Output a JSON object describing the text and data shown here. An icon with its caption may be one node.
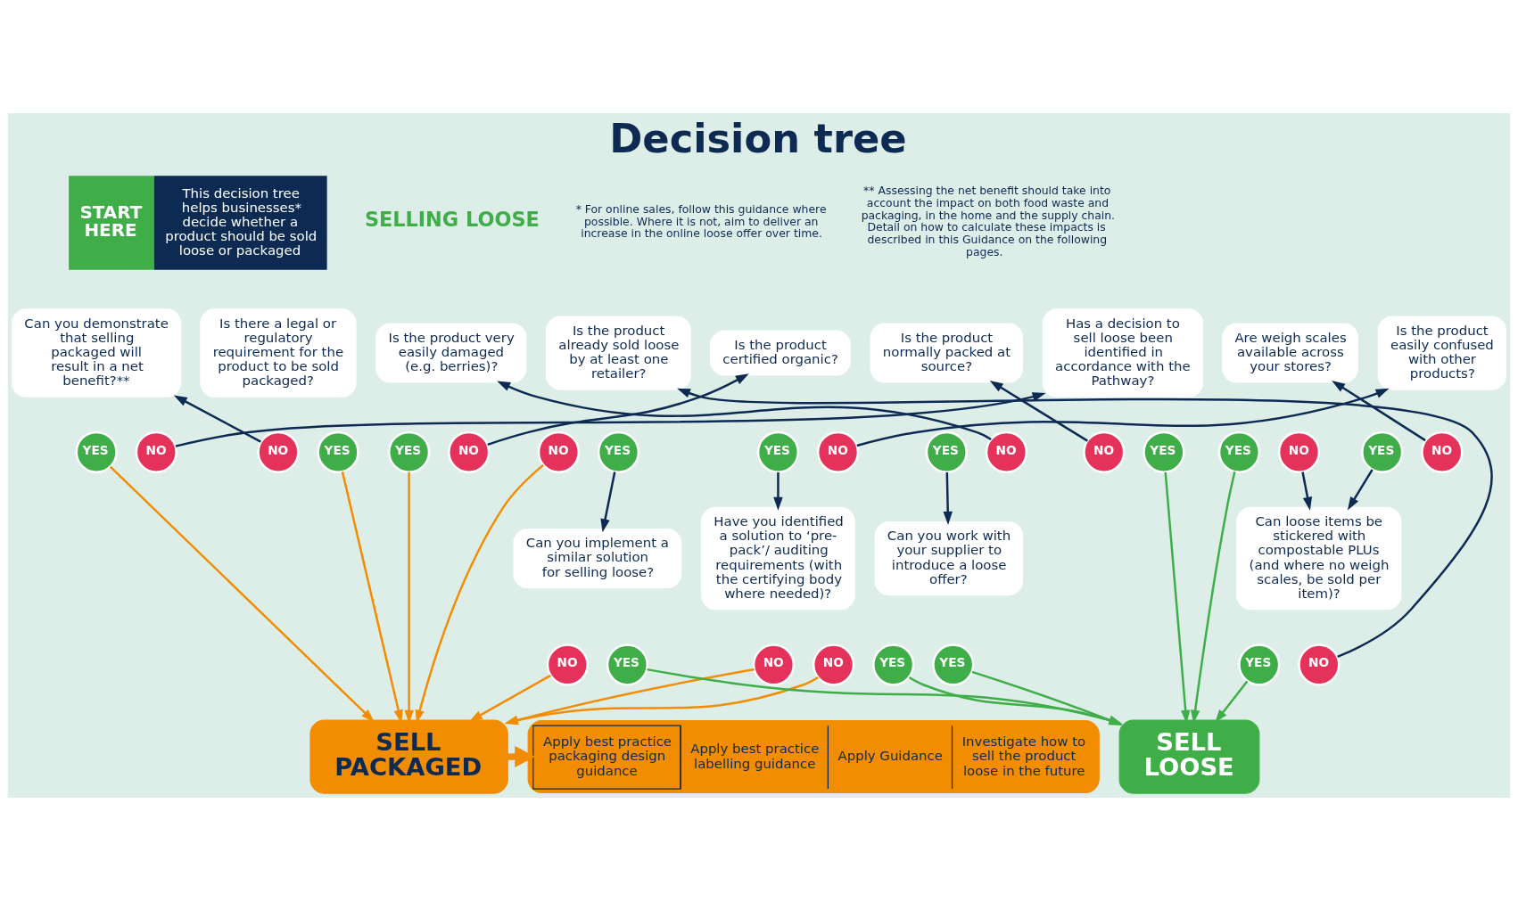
{
  "diagram": {
    "title": "Decision tree",
    "nodes": [
      {
        "text": [
          "START HERE",
          "This decision tree helps businesses* decide whether a product should be sold loose or packaged"
        ]
      },
      {
        "text": [
          "Is there a legal or regulatory requirement for the product to be sold packaged?"
        ]
      },
      {
        "text": [
          "YES"
        ]
      },
      {
        "text": [
          "NO"
        ]
      },
      {
        "text": [
          "Can you demonstrate that selling packaged will result in a net benefit?**"
        ]
      },
      {
        "text": [
          "YES"
        ]
      },
      {
        "text": [
          "NO"
        ]
      },
      {
        "text": [
          "Has a decision to sell loose been identified in accordance with the Pathway?"
        ]
      },
      {
        "text": [
          "YES"
        ]
      },
      {
        "text": [
          "NO"
        ]
      },
      {
        "text": [
          "Is the product normally packed at source?"
        ]
      },
      {
        "text": [
          "YES"
        ]
      },
      {
        "text": [
          "NO"
        ]
      },
      {
        "text": [
          "Is the product very easily damaged (e.g. berries)?"
        ]
      },
      {
        "text": [
          "YES"
        ]
      },
      {
        "text": [
          "NO"
        ]
      },
      {
        "text": [
          "Is the product certified organic?"
        ]
      },
      {
        "text": [
          "YES"
        ]
      },
      {
        "text": [
          "NO"
        ]
      },
      {
        "text": [
          "Is the product easily confused with other products?"
        ]
      },
      {
        "text": [
          "YES"
        ]
      },
      {
        "text": [
          "NO"
        ]
      },
      {
        "text": [
          "Are weigh scales available across your stores?"
        ]
      },
      {
        "text": [
          "YES"
        ]
      },
      {
        "text": [
          "NO"
        ]
      },
      {
        "text": [
          "Is the product already sold loose by at least one retailer?"
        ]
      },
      {
        "text": [
          "YES"
        ]
      },
      {
        "text": [
          "NO"
        ]
      },
      {
        "text": [
          "Can you work with your supplier to introduce a loose offer?"
        ]
      },
      {
        "text": [
          "YES"
        ]
      },
      {
        "text": [
          "NO"
        ]
      },
      {
        "text": [
          "Have you identified a solution to ‘pre-pack’/ auditing requirements (with the certifying body where needed)?"
        ]
      },
      {
        "text": [
          "YES"
        ]
      },
      {
        "text": [
          "NO"
        ]
      },
      {
        "text": [
          "Can loose items be stickered with compostable PLUs (and where no weigh scales, be sold per item)?"
        ]
      },
      {
        "text": [
          "YES"
        ]
      },
      {
        "text": [
          "NO"
        ]
      },
      {
        "text": [
          "Can you implement a similar solution for selling loose?"
        ]
      },
      {
        "text": [
          "YES"
        ]
      },
      {
        "text": [
          "NO"
        ]
      },
      {
        "text": [
          "SELL PACKAGED"
        ]
      },
      {
        "text": [
          "Apply best practice packaging design guidance",
          "Apply best practice labelling guidance",
          "Apply Guidance",
          "Investigate how to sell the product loose in the future"
        ]
      },
      {
        "text": [
          "SELL LOOSE"
        ]
      }
    ],
    "edges": [
      {
        "from": 3,
        "to": 4,
        "arrow": "to"
      },
      {
        "from": 2,
        "to": 40,
        "arrow": "to",
        "color": "#f28c00"
      },
      {
        "from": 5,
        "to": 40,
        "arrow": "to",
        "color": "#f28c00"
      },
      {
        "from": 6,
        "to": 7,
        "arrow": "to"
      },
      {
        "from": 8,
        "to": 42,
        "arrow": "to",
        "color": "#3fae49"
      },
      {
        "from": 9,
        "to": 10,
        "arrow": "to"
      },
      {
        "from": 11,
        "to": 28,
        "arrow": "to"
      },
      {
        "from": 12,
        "to": 13,
        "arrow": "to"
      },
      {
        "from": 29,
        "to": 42,
        "arrow": "to",
        "color": "#3fae49"
      },
      {
        "from": 30,
        "to": 40,
        "arrow": "to",
        "color": "#f28c00"
      },
      {
        "from": 14,
        "to": 40,
        "arrow": "to",
        "color": "#f28c00"
      },
      {
        "from": 15,
        "to": 16,
        "arrow": "to"
      },
      {
        "from": 17,
        "to": 31,
        "arrow": "to"
      },
      {
        "from": 18,
        "to": 19,
        "arrow": "to"
      },
      {
        "from": 32,
        "to": 42,
        "arrow": "to",
        "color": "#3fae49"
      },
      {
        "from": 33,
        "to": 40,
        "arrow": "to",
        "color": "#f28c00"
      },
      {
        "from": 20,
        "to": 34,
        "arrow": "to"
      },
      {
        "from": 21,
        "to": 22,
        "arrow": "to"
      },
      {
        "from": 23,
        "to": 42,
        "arrow": "to",
        "color": "#3fae49"
      },
      {
        "from": 24,
        "to": 34,
        "arrow": "to"
      },
      {
        "from": 35,
        "to": 42,
        "arrow": "to",
        "color": "#3fae49"
      },
      {
        "from": 36,
        "to": 25,
        "arrow": "to"
      },
      {
        "from": 26,
        "to": 37,
        "arrow": "to"
      },
      {
        "from": 27,
        "to": 40,
        "arrow": "to",
        "color": "#f28c00"
      },
      {
        "from": 38,
        "to": 42,
        "arrow": "to",
        "color": "#3fae49"
      },
      {
        "from": 39,
        "to": 40,
        "arrow": "to",
        "color": "#f28c00"
      },
      {
        "from": 40,
        "to": 41,
        "arrow": "to",
        "style": "thick",
        "color": "#f28c00"
      }
    ],
    "labels": [
      "SELLING LOOSE",
      "* For online sales, follow this guidance where possible. Where it is not, aim to deliver an increase in the online loose offer over time.",
      "** Assessing the net benefit should take into account the impact on both food waste and packaging, in the home and the supply chain. Detail on how to calculate these impacts is described in this Guidance on the following pages."
    ]
  }
}
